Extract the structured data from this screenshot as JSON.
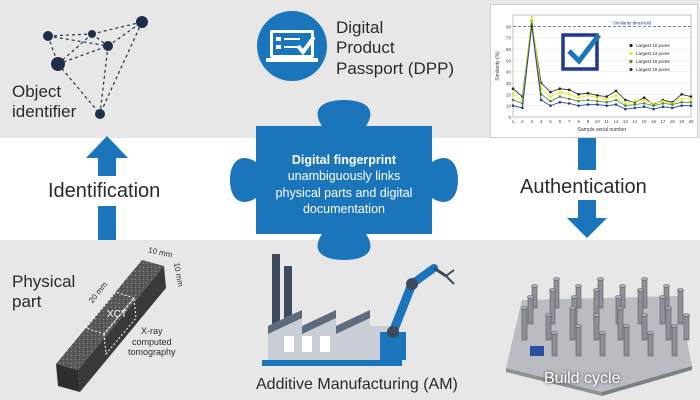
{
  "labels": {
    "object_identifier_1": "Object",
    "object_identifier_2": "identifier",
    "dpp_1": "Digital",
    "dpp_2": "Product",
    "dpp_3": "Passport (DPP)",
    "identification": "Identification",
    "authentication": "Authentication",
    "physical_part_1": "Physical",
    "physical_part_2": "part",
    "am": "Additive Manufacturing (AM)",
    "build_cycle": "Build cycle"
  },
  "puzzle": {
    "title": "Digital fingerprint",
    "line1": "unambiguously links",
    "line2": "physical parts and digital",
    "line3": "documentation"
  },
  "part_annotations": {
    "dim_top": "10 mm",
    "dim_side": "10 mm",
    "dim_length": "20 mm",
    "xct": "XCT",
    "xray_1": "X-ray",
    "xray_2": "computed",
    "xray_3": "tomography"
  },
  "colors": {
    "accent_blue": "#1b75bb",
    "band_gray": "#e7e7e8",
    "text_dark": "#2a2a2a"
  },
  "chart_data": {
    "type": "line",
    "threshold_label": "Similarity threshold",
    "threshold": 80,
    "xlabel": "Sample serial number",
    "ylabel": "Similarity (%)",
    "ylim": [
      0,
      90
    ],
    "yticks": [
      0,
      10,
      20,
      30,
      40,
      50,
      60,
      70,
      80
    ],
    "x": [
      1,
      2,
      3,
      4,
      5,
      6,
      7,
      8,
      9,
      10,
      11,
      12,
      13,
      14,
      15,
      16,
      17,
      18,
      19,
      20
    ],
    "series": [
      {
        "name": "Largest 10 pores",
        "color": "#222222",
        "values": [
          25,
          18,
          85,
          30,
          22,
          25,
          24,
          20,
          21,
          19,
          18,
          23,
          15,
          13,
          17,
          11,
          15,
          13,
          20,
          18
        ]
      },
      {
        "name": "Largest 13 pores",
        "color": "#e8e81c",
        "values": [
          20,
          15,
          88,
          25,
          18,
          22,
          20,
          17,
          19,
          17,
          16,
          19,
          12,
          14,
          15,
          12,
          14,
          12,
          16,
          16
        ]
      },
      {
        "name": "Largest 16 pores",
        "color": "#4a8a3a",
        "values": [
          15,
          12,
          82,
          20,
          14,
          18,
          16,
          14,
          15,
          14,
          13,
          15,
          10,
          11,
          12,
          10,
          12,
          11,
          13,
          13
        ]
      },
      {
        "name": "Largest 19 pores",
        "color": "#1f3a8a",
        "values": [
          10,
          8,
          80,
          15,
          10,
          13,
          12,
          10,
          11,
          11,
          10,
          11,
          7,
          8,
          9,
          7,
          9,
          8,
          10,
          10
        ]
      }
    ]
  }
}
